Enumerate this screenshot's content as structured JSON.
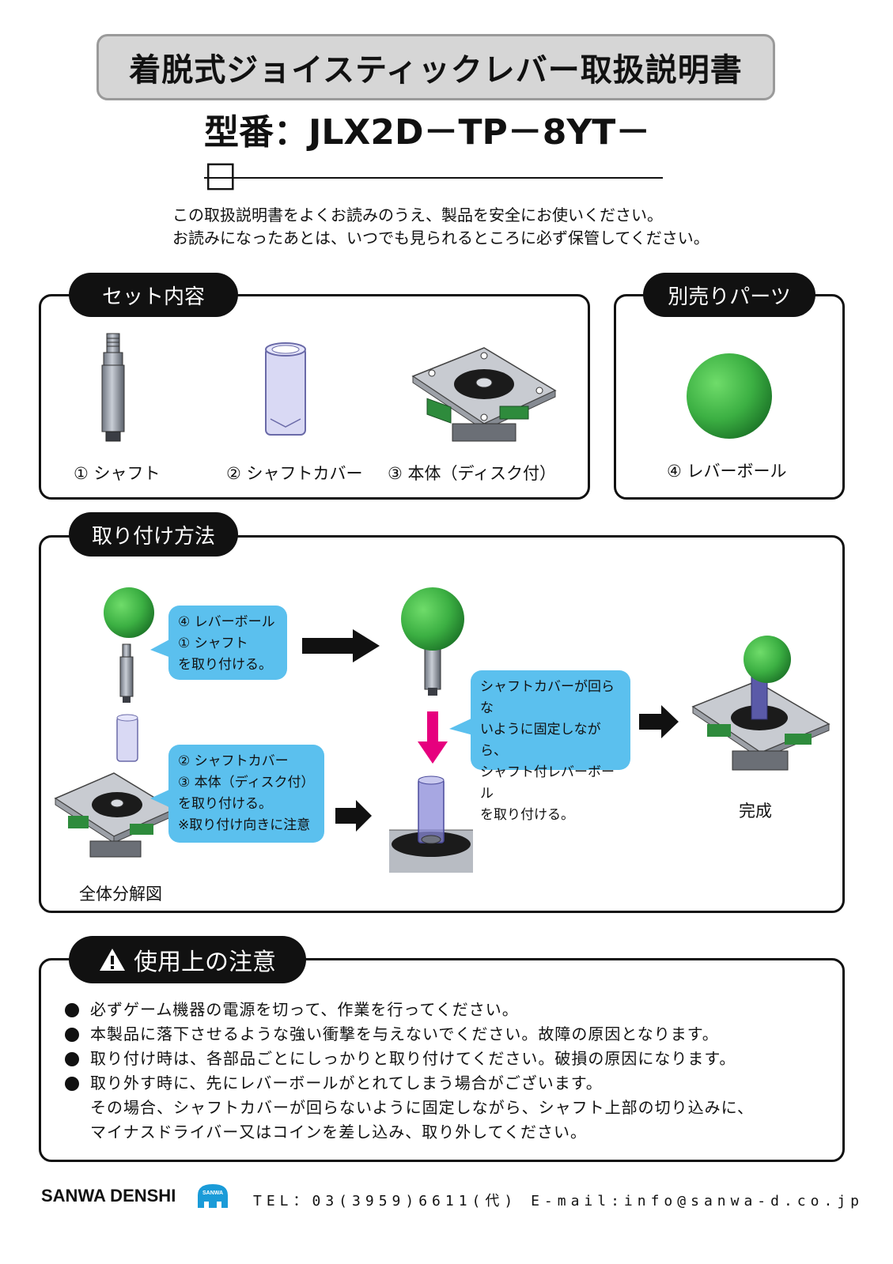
{
  "title": "着脱式ジョイスティックレバー取扱説明書",
  "model": "型番：JLX2D－TP－8YT－□",
  "intro": {
    "line1": "この取扱説明書をよくお読みのうえ、製品を安全にお使いください。",
    "line2": "お読みになったあとは、いつでも見られるところに必ず保管してください。"
  },
  "set_contents": {
    "heading": "セット内容",
    "items": [
      "① シャフト",
      "② シャフトカバー",
      "③ 本体（ディスク付）"
    ]
  },
  "sold_separately": {
    "heading": "別売りパーツ",
    "item": "④ レバーボール"
  },
  "install": {
    "heading": "取り付け方法",
    "bubble1": [
      "④ レバーボール",
      "① シャフト",
      "を取り付ける。"
    ],
    "bubble2": [
      "② シャフトカバー",
      "③ 本体（ディスク付）",
      "を取り付ける。",
      "※取り付け向きに注意"
    ],
    "bubble3": [
      "シャフトカバーが回らな",
      "いように固定しながら、",
      "シャフト付レバーボール",
      "を取り付ける。"
    ],
    "exploded_label": "全体分解図",
    "complete_label": "完成"
  },
  "cautions": {
    "heading": "使用上の注意",
    "items": [
      "必ずゲーム機器の電源を切って、作業を行ってください。",
      "本製品に落下させるような強い衝撃を与えないでください。故障の原因となります。",
      "取り付け時は、各部品ごとにしっかりと取り付けてください。破損の原因になります。",
      "取り外す時に、先にレバーボールがとれてしまう場合がございます。"
    ],
    "continuation": [
      "その場合、シャフトカバーが回らないように固定しながら、シャフト上部の切り込みに、",
      "マイナスドライバー又はコインを差し込み、取り外してください。"
    ]
  },
  "footer": {
    "brand": "SANWA DENSHI",
    "logo_text": "SANWA",
    "contact": "TEL：03(3959)6611(代)  E-mail:info@sanwa-d.co.jp"
  },
  "colors": {
    "ball_green": "#3cb043",
    "bubble_blue": "#5bc0ee",
    "arrow_magenta": "#e6007e",
    "banner_gray": "#d6d6d6"
  }
}
